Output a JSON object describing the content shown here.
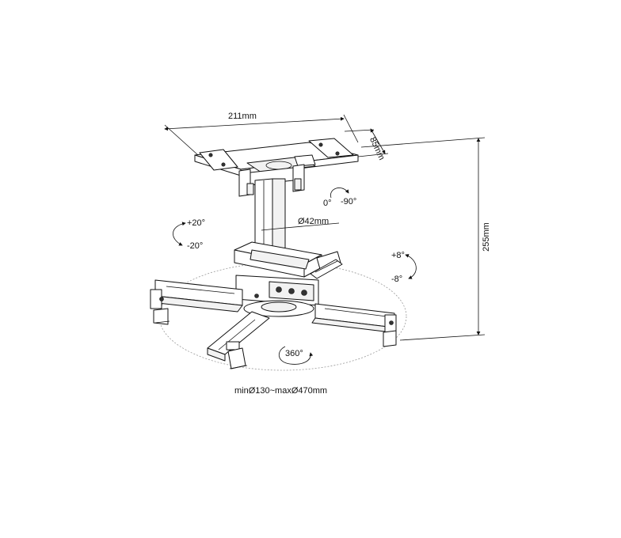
{
  "dimensions": {
    "width_top": "211mm",
    "depth_top": "85mm",
    "height": "255mm",
    "tube": "Ø42mm",
    "range": "minØ130~maxØ470mm"
  },
  "rotations": {
    "swivel_a": "0°",
    "swivel_b": "-90°",
    "tilt_side_plus": "+20°",
    "tilt_side_minus": "-20°",
    "tilt_front_plus": "+8°",
    "tilt_front_minus": "-8°",
    "rotation": "360°"
  },
  "icons": [
    "ceiling-plate",
    "extension-tube",
    "spider-arm",
    "rotation-arrow"
  ]
}
